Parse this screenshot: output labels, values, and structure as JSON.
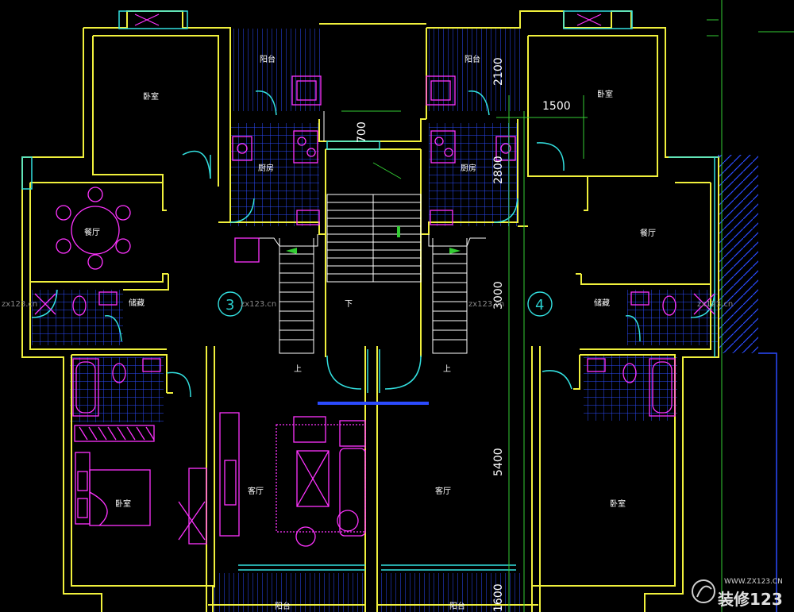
{
  "rooms": {
    "tl_bedroom": "卧室",
    "tl_balcony": "阳台",
    "tl_kitchen": "厨房",
    "tl_dining": "餐厅",
    "tl_storage": "储藏",
    "bl_bedroom": "卧室",
    "l_living": "客厅",
    "tr_balcony": "阳台",
    "tr_bedroom": "卧室",
    "tr_kitchen": "厨房",
    "tr_dining": "餐厅",
    "tr_storage": "储藏",
    "r_living": "客厅",
    "br_bedroom": "卧室",
    "bottom_balcony_l": "阳台",
    "bottom_balcony_r": "阳台"
  },
  "stairs": {
    "down": "下",
    "up_left": "上",
    "up_right": "上"
  },
  "units": {
    "left": "3",
    "right": "4"
  },
  "dimensions": {
    "d2100": "2100",
    "d1500": "1500",
    "d700": "700",
    "d2800": "2800",
    "d3000": "3000",
    "d5400": "5400",
    "d1600": "1600"
  },
  "watermarks": {
    "w1": "zx123.cn",
    "w2": "zx123.cn",
    "w3": "zx123.cn",
    "w4": "zx123.cn"
  },
  "logo": {
    "url": "WWW.ZX123.CN",
    "name": "装修123"
  },
  "colors": {
    "wall": "#f0f03c",
    "room_line": "#ff33ff",
    "tile": "#2b4bff",
    "cyan": "#33e0e0",
    "dim": "#33cc33",
    "white": "#ffffff"
  }
}
